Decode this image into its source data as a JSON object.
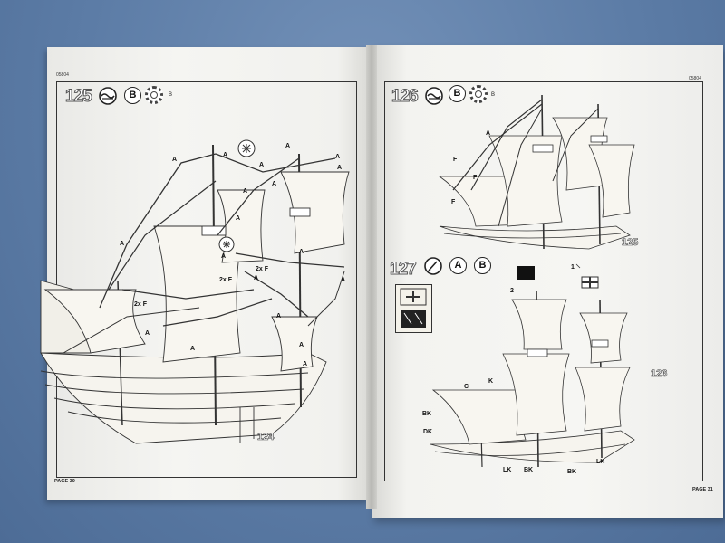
{
  "left_page": {
    "code": "05804",
    "step": "125",
    "icons": [
      "rope-icon",
      "glue-b-icon",
      "paint-gear-icon"
    ],
    "glue_letter": "B",
    "gear_sub": "B",
    "page_label": "PAGE 30",
    "part_number": "124",
    "callouts": {
      "a": "A",
      "two_f": "2x F",
      "f": "F"
    }
  },
  "right_page": {
    "code": "05804",
    "page_label": "PAGE 31",
    "step_126": {
      "step": "126",
      "glue_letter": "B",
      "gear_sub": "B",
      "part_number": "125",
      "callouts": {
        "a": "A",
        "f": "F"
      }
    },
    "step_127": {
      "step": "127",
      "glue_a": "A",
      "glue_b": "B",
      "part_number": "126",
      "flag_1": "1",
      "flag_2": "2",
      "callouts": {
        "c": "C",
        "k": "K",
        "bk": "BK",
        "lk": "LK",
        "dk": "DK"
      }
    }
  },
  "colors": {
    "background": "#5e7fa8",
    "paper": "#f4f4f1",
    "ink": "#222222"
  }
}
